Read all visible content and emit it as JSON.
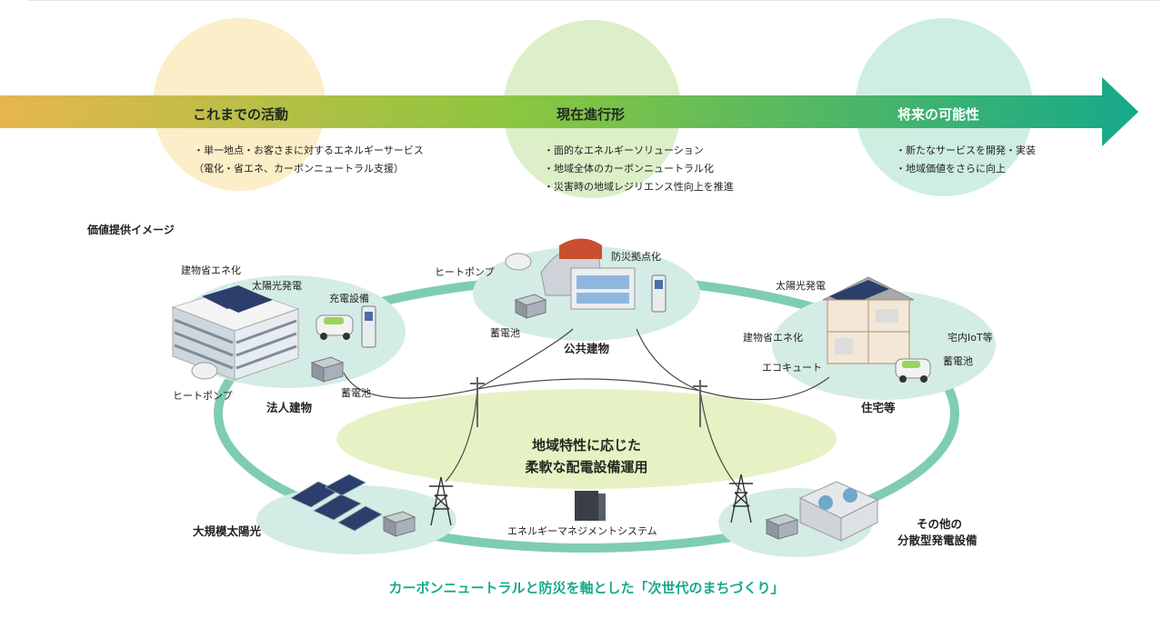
{
  "phases": [
    {
      "title": "これまでの活動",
      "bullets": [
        "・単一地点・お客さまに対するエネルギーサービス",
        "（電化・省エネ、カーボンニュートラル支援）"
      ]
    },
    {
      "title": "現在進行形",
      "bullets": [
        "・面的なエネルギーソリューション",
        "・地域全体のカーボンニュートラル化",
        "・災害時の地域レジリエンス性向上を推進"
      ]
    },
    {
      "title": "将来の可能性",
      "bullets": [
        "・新たなサービスを開発・実装",
        "・地域価値をさらに向上"
      ]
    }
  ],
  "section_title": "価値提供イメージ",
  "labels": {
    "corporate_eco": "建物省エネ化",
    "corporate_solar": "太陽光発電",
    "corporate_charger": "充電設備",
    "corporate_heatpump": "ヒートポンプ",
    "corporate_battery": "蓄電池",
    "corporate_building": "法人建物",
    "public_heatpump": "ヒートポンプ",
    "public_disaster": "防災拠点化",
    "public_battery": "蓄電池",
    "public_building": "公共建物",
    "home_solar": "太陽光発電",
    "home_eco": "建物省エネ化",
    "home_iot": "宅内IoT等",
    "home_ecocute": "エコキュート",
    "home_battery": "蓄電池",
    "home": "住宅等",
    "large_solar": "大規模太陽光",
    "ems": "エネルギーマネジメントシステム",
    "other_1": "その他の",
    "other_2": "分散型発電設備"
  },
  "center": {
    "line1": "地域特性に応じた",
    "line2": "柔軟な配電設備運用"
  },
  "caption": "カーボンニュートラルと防災を軸とした「次世代のまちづくり」",
  "colors": {
    "arrow_start": "#e6b64e",
    "arrow_mid": "#8cc63f",
    "arrow_end": "#16a98a",
    "ring": "#7fcdb1",
    "platform": "#d4ece6",
    "center_ellipse": "#e6f2c4",
    "caption": "#16a98a",
    "circle_past": "#fbeec8",
    "circle_now": "#dcefc8",
    "circle_future": "#cfeee2"
  }
}
